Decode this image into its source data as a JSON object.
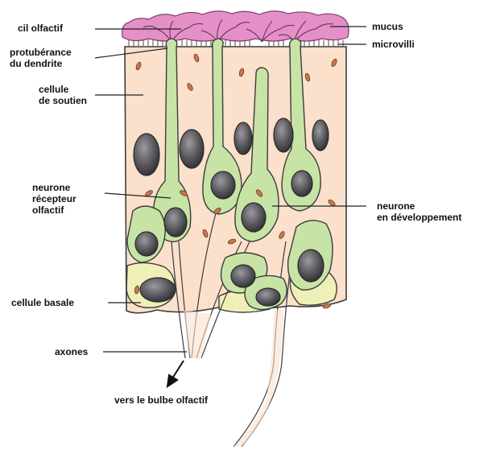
{
  "labels": {
    "cil_olfactif": "cil olfactif",
    "protuberance": [
      "protubérance",
      "du dendrite"
    ],
    "cellule_soutien": [
      "cellule",
      "de soutien"
    ],
    "neurone_recepteur": [
      "neurone",
      "récepteur",
      "olfactif"
    ],
    "cellule_basale": "cellule basale",
    "axones": "axones",
    "vers_bulbe": "vers le bulbe olfactif",
    "mucus": "mucus",
    "microvilli": "microvilli",
    "neurone_developpement": [
      "neurone",
      "en développement"
    ]
  },
  "colors": {
    "mucus": "#e58fc7",
    "tissue": "#fbe0cc",
    "neuron": "#c7e4a6",
    "basal": "#eff0b8",
    "nucleus": "#5a5a5e",
    "outline": "#3c3c3c"
  }
}
